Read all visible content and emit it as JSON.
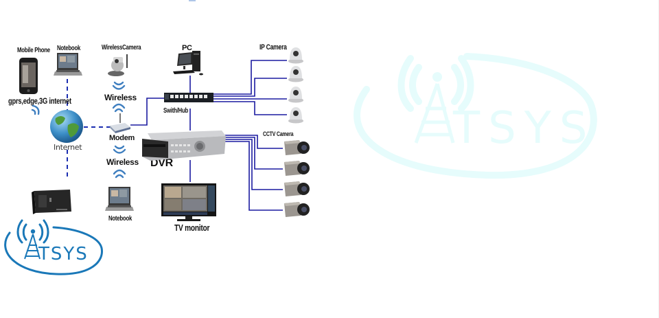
{
  "diagram": {
    "title": "CCTV / DVR Network Topology",
    "colors": {
      "wire": "#1a1aa0",
      "dashed_link": "#1a2db0",
      "wireless_wave": "#3f7fc0",
      "logo_blue": "#1a78b8",
      "watermark_cyan": "#e6fcfc"
    },
    "nodes": {
      "mobile_phone": "Mobile Phone",
      "mobile_caption": "gprs,edge,3G internet",
      "notebook_top": "Notebook",
      "wireless_camera": "WirelessCamera",
      "wireless_upper": "Wireless",
      "internet": "Internet",
      "modem": "Modem",
      "wireless_lower": "Wireless",
      "notebook_bottom": "Notebook",
      "pc": "PC",
      "switch_hub": "Swith/Hub",
      "dvr": "DVR",
      "tv_monitor": "TV monitor",
      "ip_camera": "IP Camera",
      "cctv_camera": "CCTV Camera"
    },
    "ip_cameras_count": 4,
    "cctv_cameras_count": 4,
    "logo": {
      "text": "TSYS",
      "prefix_symbol": "tower-antenna"
    },
    "watermark": {
      "text": "TSYS"
    }
  }
}
